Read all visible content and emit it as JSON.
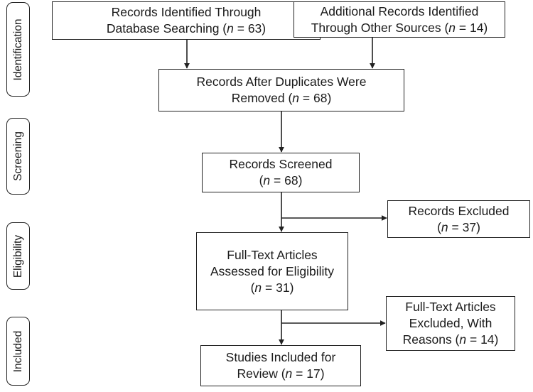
{
  "phases": [
    {
      "id": "identification",
      "label": "Identification"
    },
    {
      "id": "screening",
      "label": "Screening"
    },
    {
      "id": "eligibility",
      "label": "Eligibility"
    },
    {
      "id": "included",
      "label": "Included"
    }
  ],
  "boxes": {
    "database": {
      "line1": "Records Identified Through",
      "line2a": "Database Searching (",
      "n": "n",
      "line2b": " = 63)"
    },
    "other": {
      "line1": "Additional Records Identified",
      "line2a": "Through Other Sources (",
      "n": "n",
      "line2b": " = 14)"
    },
    "duplicates": {
      "line1": "Records After Duplicates Were",
      "line2a": "Removed (",
      "n": "n",
      "line2b": " = 68)"
    },
    "screened": {
      "line1": "Records Screened",
      "line2a": "(",
      "n": "n",
      "line2b": " = 68)"
    },
    "excluded": {
      "line1": "Records Excluded",
      "line2a": "(",
      "n": "n",
      "line2b": " = 37)"
    },
    "fulltext": {
      "line1": "Full-Text Articles",
      "line2": "Assessed for Eligibility",
      "line3a": "(",
      "n": "n",
      "line3b": " = 31)"
    },
    "fulltext_excluded": {
      "line1": "Full-Text Articles",
      "line2": "Excluded, With",
      "line3a": "Reasons (",
      "n": "n",
      "line3b": " = 14)"
    },
    "included": {
      "line1": "Studies Included for",
      "line2a": "Review (",
      "n": "n",
      "line2b": " = 17)"
    }
  }
}
